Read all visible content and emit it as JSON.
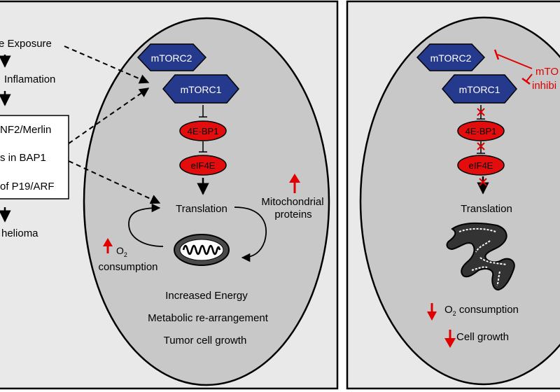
{
  "colors": {
    "panel_bg": "#e9e9e9",
    "cell_fill": "#c8c8c8",
    "hexagon_fill": "#253a8c",
    "oval_fill": "#e30d0d",
    "inhibit_red": "#e00000",
    "text_black": "#000000",
    "text_white": "#ffffff"
  },
  "left_panel": {
    "pathway": {
      "exposure": "e Exposure",
      "inflammation": "Inflamation",
      "nf2": "NF2/Merlin",
      "bap1": "s in BAP1",
      "p19arf": "of P19/ARF",
      "mesothelioma": "helioma"
    },
    "cell": {
      "mtorc2": "mTORC2",
      "mtorc1": "mTORC1",
      "fourebp1": "4E-BP1",
      "eif4e": "eIF4E",
      "translation": "Translation",
      "mito_line1": "Mitochondrial",
      "mito_line2": "proteins",
      "o2_main": "O",
      "o2_sub": "2",
      "consumption": "consumption",
      "outcome1": "Increased Energy",
      "outcome2": "Metabolic re-arrangement",
      "outcome3": "Tumor cell growth"
    }
  },
  "right_panel": {
    "mtorc2": "mTORC2",
    "mtorc1": "mTORC1",
    "inhibitor_line1": "mTO",
    "inhibitor_line2": "inhibi",
    "fourebp1": "4E-BP1",
    "eif4e": "eIF4E",
    "translation": "Translation",
    "o2_main": "O",
    "o2_sub": "2",
    "o2_consumption": " consumption",
    "cell_growth": "Cell growth"
  }
}
